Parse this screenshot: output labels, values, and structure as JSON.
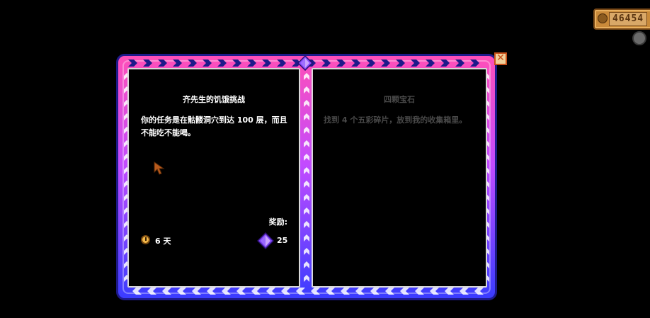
{
  "hud": {
    "gold_amount": "46454",
    "icons": {
      "gold": "gold-coin-icon",
      "settings": "gear-icon"
    }
  },
  "quest_board": {
    "close_label": "✕",
    "left_card": {
      "title": "齐先生的饥饿挑战",
      "description": "你的任务是在骷髅洞穴到达 100 层，而且不能吃不能喝。",
      "reward_label": "奖励:",
      "duration": "6 天",
      "reward_amount": "25"
    },
    "right_card": {
      "title": "四颗宝石",
      "description": "找到 4 个五彩碎片，放到我的收集箱里。"
    }
  },
  "colors": {
    "frame_top": "#ff4fb8",
    "frame_mid": "#c24bff",
    "frame_bottom": "#3a3cff",
    "gem": "#8a4bff",
    "disabled_text": "#4a4a4a",
    "panel_border": "#d8d8d8"
  }
}
